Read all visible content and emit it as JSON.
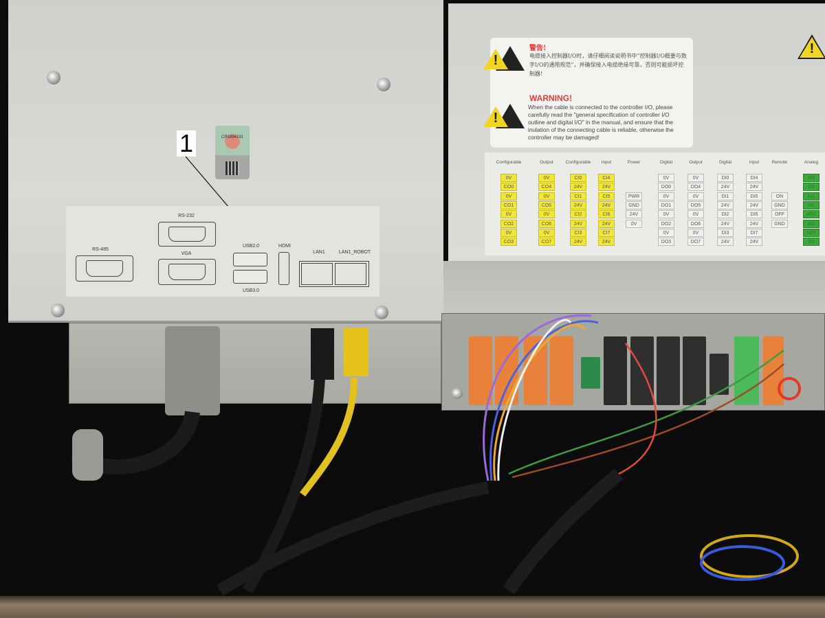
{
  "callout_number": "1",
  "sticker": {
    "serial": "CR1894191"
  },
  "ports": {
    "rs485": "RS-485",
    "rs232": "RS-232",
    "vga": "VGA",
    "usb2": "USB2.0",
    "usb3": "USB3.0",
    "hdmi": "HDMI",
    "lan1": "LAN1",
    "lan1_robot": "LAN1_ROBOT"
  },
  "warning": {
    "cn_title": "警告!",
    "cn_text": "电缆接入控制器I/O时，请仔细阅读说明书中“控制器I/O概要与数字I/O的通用规范”，并确保接入电缆绝缘可靠，否则可能损坏控制器!",
    "en_title": "WARNING!",
    "en_text": "When the cable is connected to the controller I/O, please carefully read the \"general specification of controller I/O outline and digital I/O\" in the manual, and ensure that the inulation of the connecting cable is reliable, otherwise the controller may be damaged!"
  },
  "io_columns": [
    {
      "header": "Configurable",
      "color": "yellow",
      "start": 0,
      "cells": [
        "0V",
        "CO0",
        "0V",
        "CO1",
        "0V",
        "CO2",
        "0V",
        "CO3"
      ]
    },
    {
      "header": "Output",
      "color": "yellow",
      "start": 0,
      "cells": [
        "0V",
        "CO4",
        "0V",
        "CO5",
        "0V",
        "CO6",
        "0V",
        "CO7"
      ]
    },
    {
      "header": "Configurable",
      "color": "yellow",
      "start": 0,
      "cells": [
        "CI0",
        "24V",
        "CI1",
        "24V",
        "CI2",
        "24V",
        "CI3",
        "24V"
      ]
    },
    {
      "header": "Input",
      "color": "yellow",
      "start": 0,
      "cells": [
        "CI4",
        "24V",
        "CI5",
        "24V",
        "CI6",
        "24V",
        "CI7",
        "24V"
      ]
    },
    {
      "header": "Power",
      "color": "grey",
      "start": 2,
      "cells": [
        "PWR",
        "GND",
        "24V",
        "0V"
      ]
    },
    {
      "header": "Digital",
      "color": "grey",
      "start": 0,
      "cells": [
        "0V",
        "DO0",
        "0V",
        "DO1",
        "0V",
        "DO2",
        "0V",
        "DO3"
      ]
    },
    {
      "header": "Output",
      "color": "grey",
      "start": 0,
      "cells": [
        "0V",
        "DO4",
        "0V",
        "DO5",
        "0V",
        "DO6",
        "0V",
        "DO7"
      ]
    },
    {
      "header": "Digital",
      "color": "grey",
      "start": 0,
      "cells": [
        "DI0",
        "24V",
        "DI1",
        "24V",
        "DI2",
        "24V",
        "DI3",
        "24V"
      ]
    },
    {
      "header": "Input",
      "color": "grey",
      "start": 0,
      "cells": [
        "DI4",
        "24V",
        "DI5",
        "24V",
        "DI6",
        "24V",
        "DI7",
        "24V"
      ]
    },
    {
      "header": "Remote",
      "color": "grey",
      "start": 2,
      "cells": [
        "ON",
        "GND",
        "OFF",
        "GND"
      ]
    },
    {
      "header": "Analog",
      "color": "green",
      "start": 0,
      "cells": [
        "AI0",
        "AG",
        "AI1",
        "AG",
        "AO0",
        "AG",
        "AO1",
        "AG"
      ]
    }
  ]
}
